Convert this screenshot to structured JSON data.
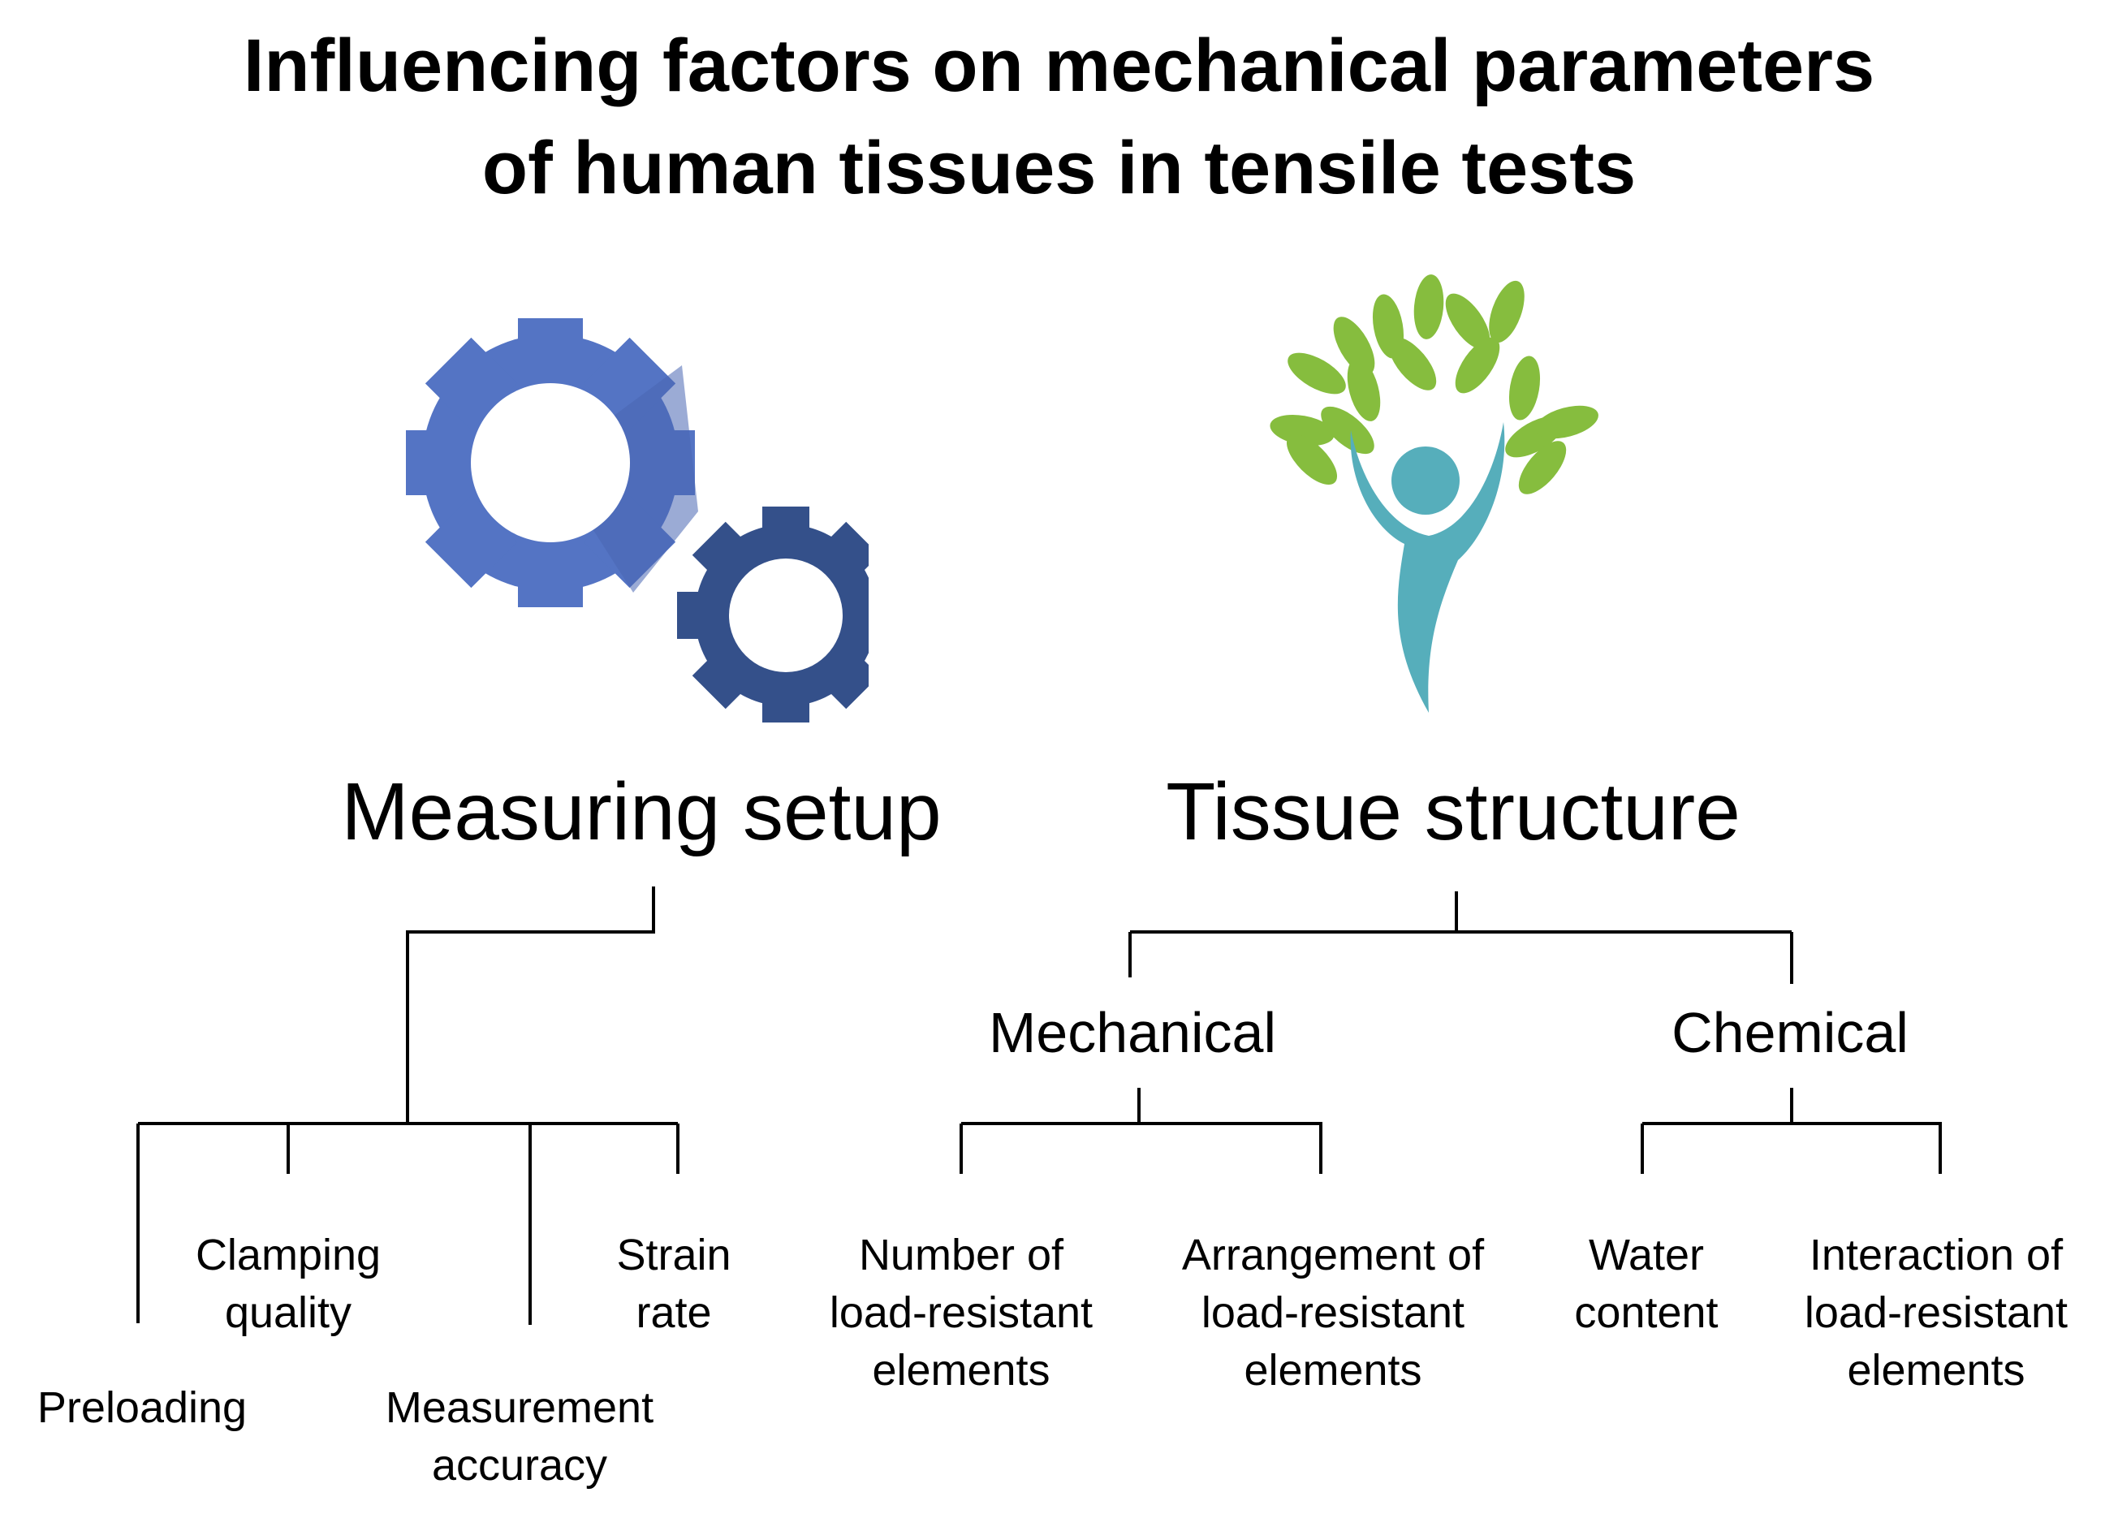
{
  "title": {
    "line1": "Influencing factors on mechanical parameters",
    "line2": "of human tissues in tensile tests"
  },
  "icons": {
    "left": "gears-icon",
    "right": "human-tree-icon"
  },
  "colors": {
    "gear_large": "#5474c4",
    "gear_small": "#34508a",
    "leaf_green": "#86bd3e",
    "figure_teal": "#56aebb",
    "lines": "#000000"
  },
  "branches": {
    "measuring": {
      "label": "Measuring setup",
      "leaves": {
        "preloading": [
          "Preloading"
        ],
        "clamping": [
          "Clamping",
          "quality"
        ],
        "measurement": [
          "Measurement",
          "accuracy"
        ],
        "strain": [
          "Strain",
          "rate"
        ]
      }
    },
    "tissue": {
      "label": "Tissue structure",
      "mechanical": {
        "label": "Mechanical",
        "leaves": {
          "number": [
            "Number of",
            "load-resistant",
            "elements"
          ],
          "arrangement": [
            "Arrangement of",
            "load-resistant",
            "elements"
          ]
        }
      },
      "chemical": {
        "label": "Chemical",
        "leaves": {
          "water": [
            "Water",
            "content"
          ],
          "interaction": [
            "Interaction of",
            "load-resistant",
            "elements"
          ]
        }
      }
    }
  }
}
